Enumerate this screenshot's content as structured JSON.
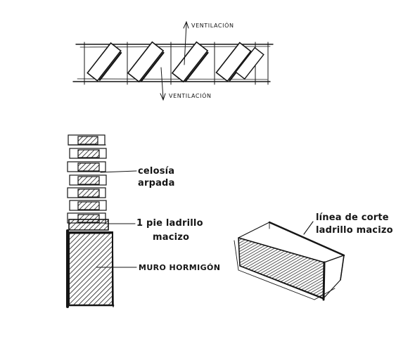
{
  "labels": {
    "ventilation_top": "VENTILACIÓN",
    "ventilation_bottom": "VENTILACIÓN",
    "celosia_line1": "celosía",
    "celosia_line2": "arpada",
    "ladrillo_line1": "1 pie ladrillo",
    "ladrillo_line2": "macizo",
    "muro": "MURO HORMIGÓN",
    "corte_line1": "línea de corte",
    "corte_line2": "ladrillo macizo"
  },
  "colors": {
    "ink": "#151515",
    "paper": "#ffffff"
  }
}
